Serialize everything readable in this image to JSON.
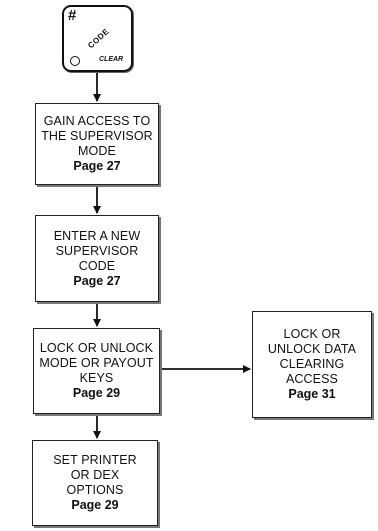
{
  "keypad": {
    "symbol": "#",
    "code_label": "CODE",
    "clear_label": "CLEAR"
  },
  "steps": [
    {
      "lines": [
        "GAIN ACCESS TO",
        "THE SUPERVISOR",
        "MODE"
      ],
      "page": "Page 27"
    },
    {
      "lines": [
        "ENTER A NEW",
        "SUPERVISOR",
        "CODE"
      ],
      "page": "Page 27"
    },
    {
      "lines": [
        "LOCK OR UNLOCK",
        "MODE OR PAYOUT",
        "KEYS"
      ],
      "page": "Page 29"
    },
    {
      "lines": [
        "SET PRINTER",
        "OR DEX",
        "OPTIONS"
      ],
      "page": "Page 29"
    }
  ],
  "side_step": {
    "lines": [
      "LOCK OR",
      "UNLOCK DATA",
      "CLEARING",
      "ACCESS"
    ],
    "page": "Page 31"
  }
}
